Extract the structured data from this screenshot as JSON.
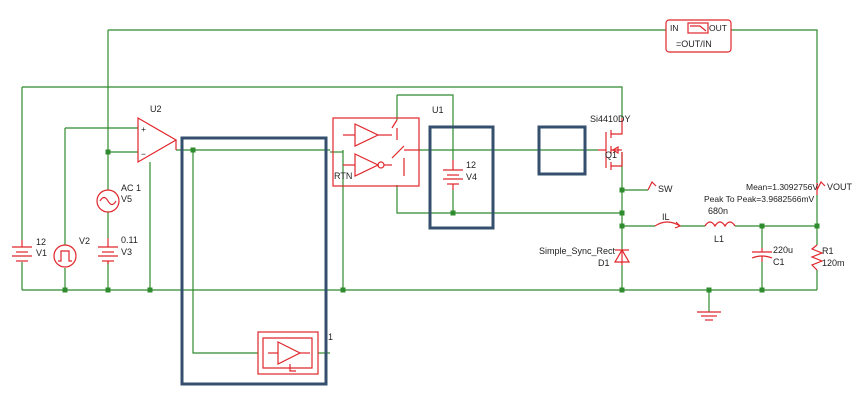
{
  "colors": {
    "wire": "#2e8b2e",
    "component": "#e0262b",
    "highlight": "#34506e",
    "text": "#222222"
  },
  "labels": {
    "u2": "U2",
    "u1": "U1",
    "v4_value": "12",
    "v4": "V4",
    "rtn": "RTN",
    "q1_part": "Si4410DY",
    "q1": "Q1",
    "sw": "SW",
    "mean": "Mean=1.3092756V",
    "p2p": "Peak To Peak=3.9682566mV",
    "vout": "VOUT",
    "il": "IL",
    "l1_value": "680n",
    "l1": "L1",
    "c1_value": "220u",
    "c1": "C1",
    "r1": "R1",
    "r1_value": "120m",
    "d1_part": "Simple_Sync_Rect",
    "d1": "D1",
    "v5_ac": "AC 1",
    "v5": "V5",
    "v3_value": "0.11",
    "v3": "V3",
    "v1_value": "12",
    "v1": "V1",
    "v2": "V2",
    "box_in": "IN",
    "box_out": "OUT",
    "box_formula": "=OUT/IN",
    "partial_ref": "1"
  }
}
